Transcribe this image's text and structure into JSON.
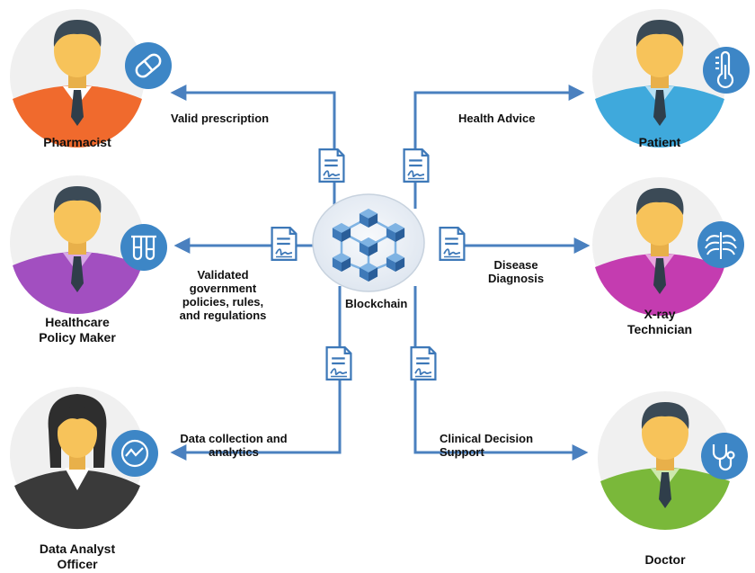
{
  "center": {
    "label": "Blockchain"
  },
  "roles": {
    "pharmacist": "Pharmacist",
    "policy_maker": "Healthcare\nPolicy Maker",
    "data_analyst": "Data Analyst\nOfficer",
    "patient": "Patient",
    "xray": "X-ray\nTechnician",
    "doctor": "Doctor"
  },
  "flows": {
    "pharmacist": "Valid prescription",
    "policy_maker": "Validated\ngovernment\npolicies, rules,\nand regulations",
    "data_analyst": "Data collection and\nanalytics",
    "patient": "Health Advice",
    "xray": "Disease\nDiagnosis",
    "doctor": "Clinical Decision\nSupport"
  },
  "icons": {
    "pharmacist": "pill-icon",
    "policy_maker": "test-tubes-icon",
    "data_analyst": "analytics-icon",
    "patient": "thermometer-icon",
    "xray": "ribcage-icon",
    "doctor": "stethoscope-icon"
  },
  "colors": {
    "arrow": "#4a80bf",
    "badge": "#3d86c6",
    "avatar_bg": "#f0f0f0",
    "skin": "#f7c35a",
    "hair": "#3b4a56",
    "pharmacist_shirt": "#f06a2d",
    "policy_shirt": "#a24fc0",
    "patient_shirt": "#3fa9dc",
    "xray_shirt": "#c43cb0",
    "doctor_shirt": "#7ab83a",
    "analyst_suit": "#3a3a3a"
  }
}
